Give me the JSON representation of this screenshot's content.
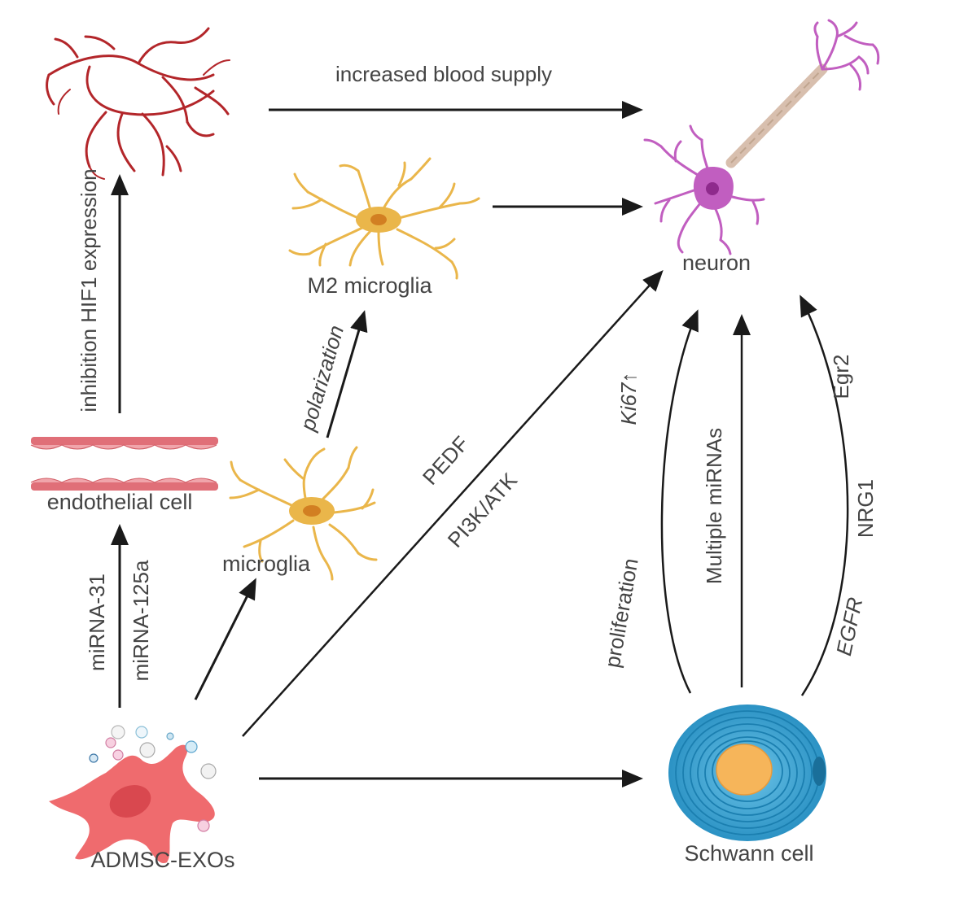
{
  "colors": {
    "arrow": "#1a1a1a",
    "vessel": "#b3262a",
    "endothelium": "#e06f78",
    "microglia": "#eab64a",
    "neuron": "#c15ec0",
    "axon": "#d8bfae",
    "schwann": "#3ea7d4",
    "schwann_core": "#f6b55a",
    "admsc": "#ef6b6e",
    "text": "#444444"
  },
  "icons": {
    "blood_vessel": "blood-vessel-icon",
    "endothelial": "endothelium-icon",
    "microglia": "microglia-icon",
    "m2_microglia": "m2-microglia-icon",
    "neuron": "neuron-icon",
    "schwann": "schwann-cell-icon",
    "admsc": "admsc-cell-icon"
  },
  "nodes": {
    "neuron": "neuron",
    "m2_microglia": "M2 microglia",
    "endothelial": "endothelial cell",
    "microglia": "microglia",
    "admsc": "ADMSC-EXOs",
    "schwann": "Schwann cell"
  },
  "edges": {
    "blood_supply": "increased blood supply",
    "hif1": "inhibition HIF1 expression",
    "polarization": "polarization",
    "mirna31": "miRNA-31",
    "mirna125a": "miRNA-125a",
    "pedf": "PEDF",
    "pi3k": "PI3K/ATK",
    "ki67": "Ki67↑",
    "proliferation": "proliferation",
    "multiple_mirnas": "Multiple miRNAs",
    "egr2": "Egr2",
    "nrg1": "NRG1",
    "egfr": "EGFR"
  }
}
